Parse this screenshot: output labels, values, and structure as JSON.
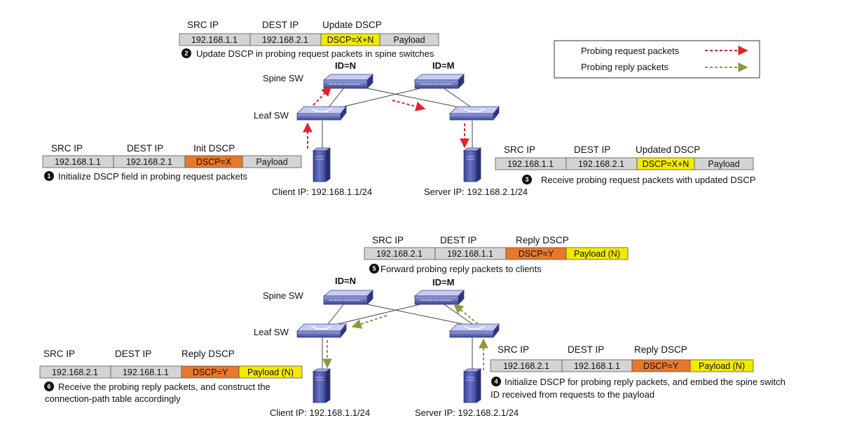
{
  "colors": {
    "cell_gray": "#d4d4d4",
    "dscp_orange": "#e8782a",
    "dscp_yellow": "#f4ea00",
    "request_arrow": "#e8202a",
    "reply_arrow": "#8a9a3a",
    "switch_blue": "#5a64b8",
    "server_blue": "#4a56a8"
  },
  "legend": {
    "request_label": "Probing request packets",
    "reply_label": "Probing reply packets"
  },
  "top": {
    "spine_sw_label": "Spine SW",
    "leaf_sw_label": "Leaf SW",
    "spine_ids": [
      "ID=N",
      "ID=M"
    ],
    "client_label": "Client IP: 192.168.1.1/24",
    "server_label": "Server IP: 192.168.2.1/24",
    "packet_init": {
      "headers": [
        "SRC IP",
        "DEST IP",
        "Init DSCP"
      ],
      "cells": [
        "192.168.1.1",
        "192.168.2.1",
        "DSCP=X",
        "Payload"
      ]
    },
    "packet_update": {
      "headers": [
        "SRC IP",
        "DEST IP",
        "Update DSCP"
      ],
      "cells": [
        "192.168.1.1",
        "192.168.2.1",
        "DSCP=X+N",
        "Payload"
      ]
    },
    "packet_receive": {
      "headers": [
        "SRC IP",
        "DEST IP",
        "Updated DSCP"
      ],
      "cells": [
        "192.168.1.1",
        "192.168.2.1",
        "DSCP=X+N",
        "Payload"
      ]
    },
    "steps": [
      {
        "num": "1",
        "text": "Initialize DSCP field in probing request packets"
      },
      {
        "num": "2",
        "text": "Update DSCP in probing request packets in spine switches"
      },
      {
        "num": "3",
        "text": "Receive probing request packets with updated DSCP"
      }
    ]
  },
  "bottom": {
    "spine_sw_label": "Spine SW",
    "leaf_sw_label": "Leaf SW",
    "spine_ids": [
      "ID=N",
      "ID=M"
    ],
    "client_label": "Client IP: 192.168.1.1/24",
    "server_label": "Server IP: 192.168.2.1/24",
    "packet_forward": {
      "headers": [
        "SRC IP",
        "DEST IP",
        "Reply DSCP"
      ],
      "cells": [
        "192.168.2.1",
        "192.168.1.1",
        "DSCP=Y",
        "Payload (N)"
      ]
    },
    "packet_client": {
      "headers": [
        "SRC IP",
        "DEST IP",
        "Reply DSCP"
      ],
      "cells": [
        "192.168.2.1",
        "192.168.1.1",
        "DSCP=Y",
        "Payload (N)"
      ]
    },
    "packet_server": {
      "headers": [
        "SRC IP",
        "DEST IP",
        "Reply DSCP"
      ],
      "cells": [
        "192.168.2.1",
        "192.168.1.1",
        "DSCP=Y",
        "Payload (N)"
      ]
    },
    "steps": [
      {
        "num": "4",
        "line1": "Initialize DSCP for probing reply packets, and embed the spine switch",
        "line2": "ID received from requests to the payload"
      },
      {
        "num": "5",
        "text": "Forward probing reply packets to clients"
      },
      {
        "num": "6",
        "line1": "Receive the probing reply packets, and construct the",
        "line2": "connection-path table accordingly"
      }
    ]
  }
}
